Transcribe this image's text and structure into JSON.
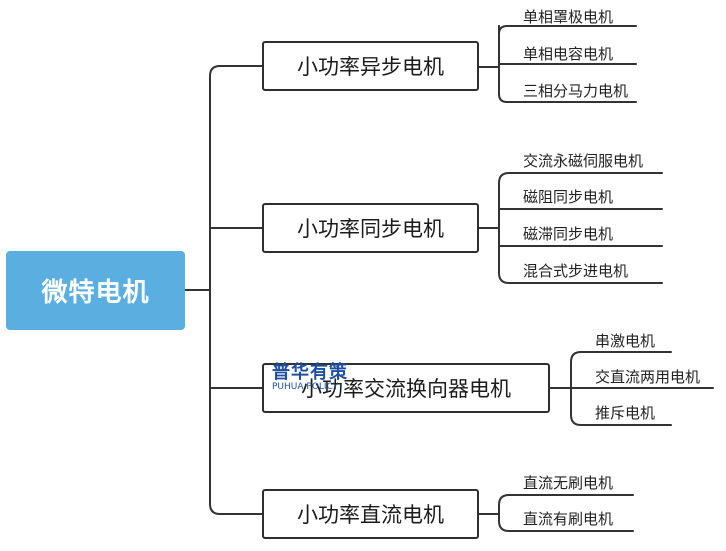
{
  "root": {
    "label": "微特电机"
  },
  "branches": [
    {
      "label": "小功率异步电机",
      "children": [
        "单相罩极电机",
        "单相电容电机",
        "三相分马力电机"
      ]
    },
    {
      "label": "小功率同步电机",
      "children": [
        "交流永磁伺服电机",
        "磁阻同步电机",
        "磁滞同步电机",
        "混合式步进电机"
      ]
    },
    {
      "label": "小功率交流换向器电机",
      "children": [
        "串激电机",
        "交直流两用电机",
        "推斥电机"
      ]
    },
    {
      "label": "小功率直流电机",
      "children": [
        "直流无刷电机",
        "直流有刷电机"
      ]
    }
  ],
  "watermark": {
    "cn": "普华有策",
    "en": "PUHUA POLICY"
  },
  "colors": {
    "root_fill": "#5aaee0",
    "line": "#333333",
    "watermark": "#1f4f9f"
  }
}
